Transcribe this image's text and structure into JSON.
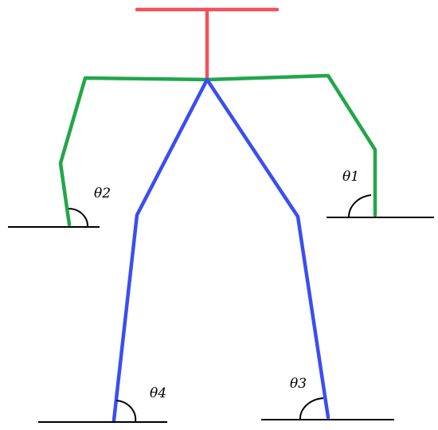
{
  "colors": {
    "head": "#f4505a",
    "arms": "#22a64a",
    "legs": "#3b4ef0",
    "ground": "#000000"
  },
  "angles": [
    {
      "id": "theta1",
      "label": "θ1"
    },
    {
      "id": "theta2",
      "label": "θ2"
    },
    {
      "id": "theta3",
      "label": "θ3"
    },
    {
      "id": "theta4",
      "label": "θ4"
    }
  ]
}
